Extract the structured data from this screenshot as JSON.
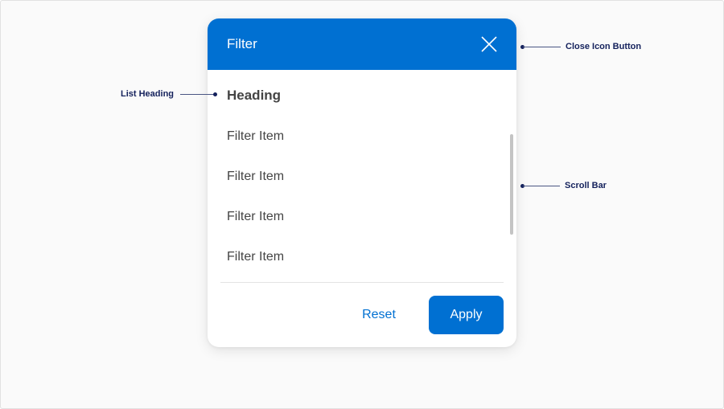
{
  "modal": {
    "title": "Filter",
    "close_icon": "close-icon",
    "list": {
      "heading": "Heading",
      "items": [
        {
          "label": "Filter Item"
        },
        {
          "label": "Filter Item"
        },
        {
          "label": "Filter Item"
        },
        {
          "label": "Filter Item"
        }
      ]
    },
    "footer": {
      "reset_label": "Reset",
      "apply_label": "Apply"
    }
  },
  "annotations": {
    "close_icon_button": "Close Icon Button",
    "list_heading": "List Heading",
    "scroll_bar": "Scroll Bar"
  },
  "colors": {
    "primary": "#0070d2",
    "text": "#444444",
    "annotation": "#14215c",
    "scrollbar": "#c4c4c4"
  }
}
